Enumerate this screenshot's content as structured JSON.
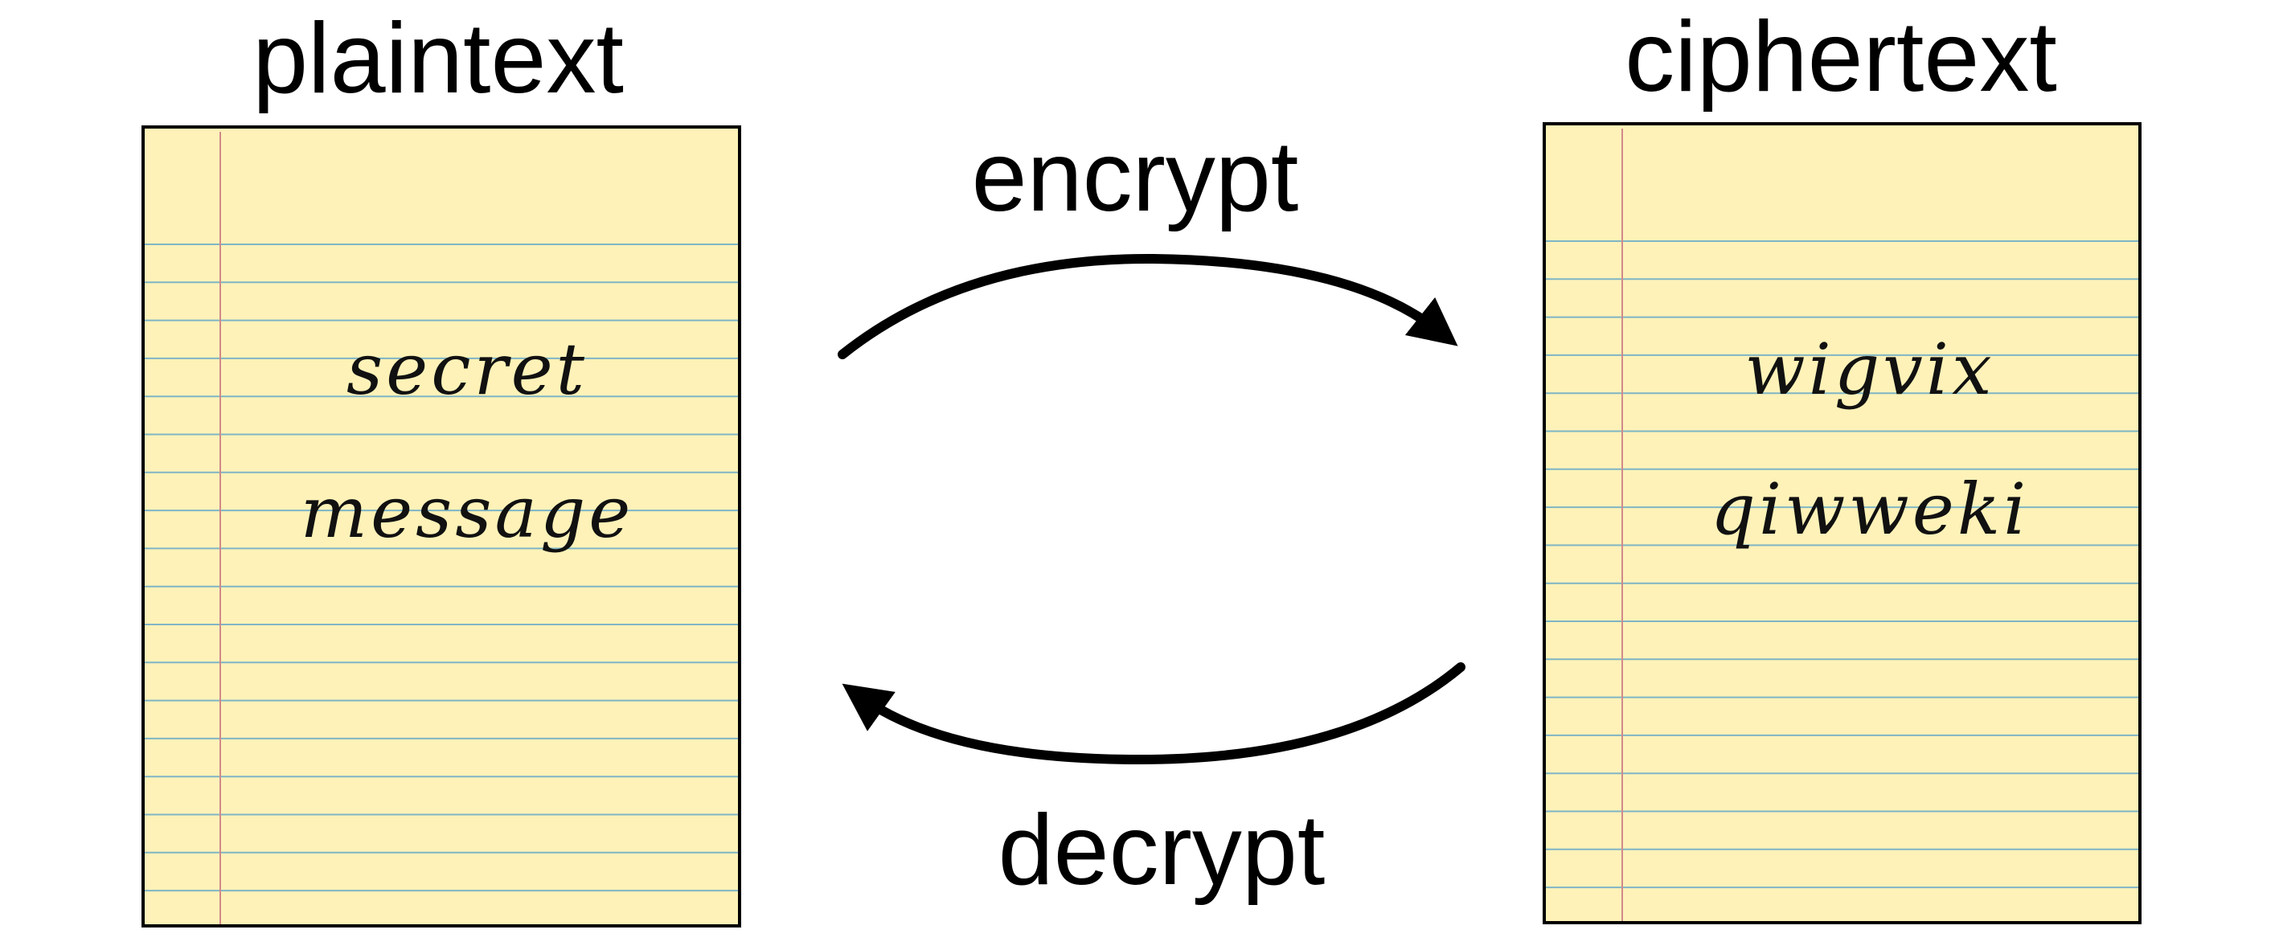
{
  "left_page": {
    "title": "plaintext",
    "lines": [
      "secret",
      "message"
    ]
  },
  "right_page": {
    "title": "ciphertext",
    "lines": [
      "wigvix",
      "qiwweki"
    ]
  },
  "arrows": {
    "top_label": "encrypt",
    "bottom_label": "decrypt"
  },
  "colors": {
    "paper": "#FEF2B8",
    "rule": "#7FB5C5",
    "margin": "#D08A8A",
    "ink": "#000000"
  }
}
